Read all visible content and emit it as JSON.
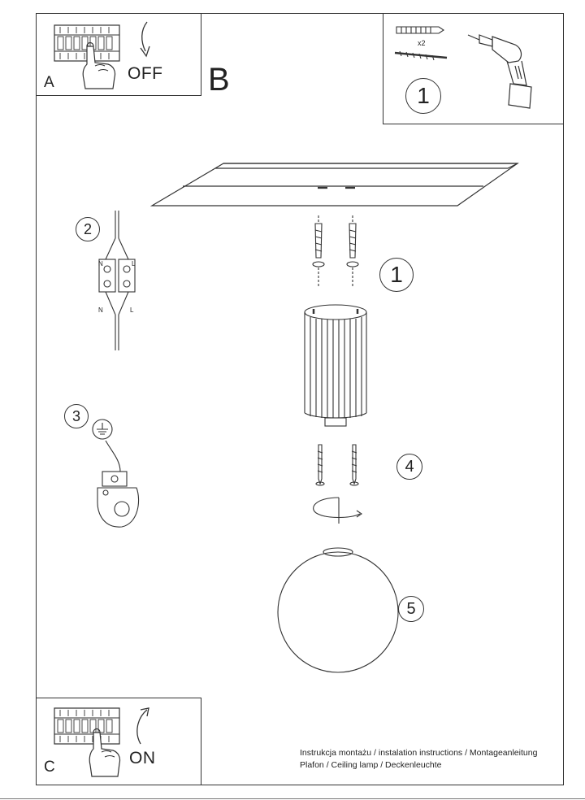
{
  "panels": {
    "a": {
      "letter": "A",
      "state": "OFF"
    },
    "b": {
      "letter": "B"
    },
    "c": {
      "letter": "C",
      "state": "ON"
    }
  },
  "tools": {
    "step": "1",
    "count": "x2"
  },
  "wiring": {
    "step": "2",
    "top_left": "N",
    "top_right": "L",
    "bottom_left": "N",
    "bottom_right": "L"
  },
  "earth": {
    "step": "3"
  },
  "steps": {
    "mount": "1",
    "screws": "4",
    "shade": "5"
  },
  "caption": {
    "line1": "Instrukcja montażu / instalation instructions / Montageanleitung",
    "line2": "Plafon / Ceiling lamp / Deckenleuchte"
  }
}
